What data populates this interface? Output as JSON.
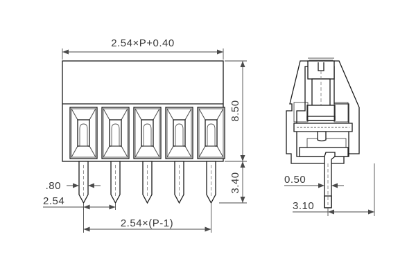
{
  "drawing": {
    "title": "Terminal block connector technical drawing",
    "background_color": "#ffffff",
    "line_color": "#1a1a1a",
    "dimension_color": "#4a4a4a",
    "text_color": "#3a3a3a",
    "units": "mm"
  },
  "front_view": {
    "name": "front-view",
    "pin_count": 5,
    "dimensions": {
      "overall_width": "2.54×P+0.40",
      "body_height": "8.50",
      "pin_length": "3.40",
      "pin_width": ".80",
      "pin_pitch": "2.54",
      "pin_span": "2.54×(P-1)"
    }
  },
  "side_view": {
    "name": "side-view",
    "dimensions": {
      "pin_thickness": "0.50",
      "pin_offset": "3.10"
    }
  },
  "labels": {
    "overall_width": "2.54×P+0.40",
    "body_height": "8.50",
    "pin_length": "3.40",
    "pin_width": ".80",
    "pin_pitch": "2.54",
    "pin_span": "2.54×(P-1)",
    "pin_thickness": "0.50",
    "pin_offset": "3.10"
  }
}
